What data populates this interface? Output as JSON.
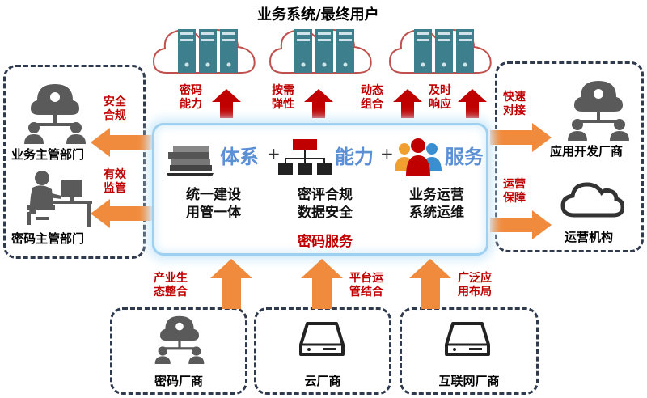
{
  "top": {
    "title": "业务系统/最终用户",
    "servers": [
      {
        "label_line1": "密码",
        "label_line2": "能力"
      },
      {
        "label_line1": "按需",
        "label_line2": "弹性"
      },
      {
        "label_line1": "动态",
        "label_line2": "组合"
      },
      {
        "label_line1": "及时",
        "label_line2": "响应"
      }
    ]
  },
  "left": {
    "upper_name": "业务主管部门",
    "lower_name": "密码主管部门",
    "arrow_upper_l1": "安全",
    "arrow_upper_l2": "合规",
    "arrow_lower_l1": "有效",
    "arrow_lower_l2": "监管"
  },
  "right": {
    "upper_name": "应用开发厂商",
    "lower_name": "运营机构",
    "arrow_upper_l1": "快速",
    "arrow_upper_l2": "对接",
    "arrow_lower_l1": "运营",
    "arrow_lower_l2": "保障"
  },
  "center": {
    "pillar1": "体系",
    "pillar2": "能力",
    "pillar3": "服务",
    "plus": "+",
    "col1_l1": "统一建设",
    "col1_l2": "用管一体",
    "col2_l1": "密评合规",
    "col2_l2": "数据安全",
    "col3_l1": "业务运营",
    "col3_l2": "系统运维",
    "footer": "密码服务",
    "pillar_color": "#5b8fd6",
    "accent_red": "#c00000"
  },
  "bottom": {
    "providers": [
      {
        "name": "密码厂商",
        "arrow_l1": "产业生",
        "arrow_l2": "态整合"
      },
      {
        "name": "云厂商",
        "arrow_l1": "平台运",
        "arrow_l2": "管结合"
      },
      {
        "name": "互联网厂商",
        "arrow_l1": "广泛应",
        "arrow_l2": "用布局"
      }
    ]
  },
  "icons": {
    "server_cloud": "server-cloud-icon",
    "people": "people-group-icon",
    "worker": "office-worker-icon",
    "cloud": "cloud-outline-icon",
    "drive": "hard-drive-icon",
    "books": "books-icon",
    "network": "network-blocks-icon",
    "team": "team-service-icon",
    "arrow": "arrow-icon"
  },
  "colors": {
    "arrow_orange": "#f08a3c",
    "arrow_red": "#c00000",
    "server_teal": "#3d7f8c",
    "cloud_stroke": "#c0504d",
    "person_gray": "#5a5a5a"
  }
}
